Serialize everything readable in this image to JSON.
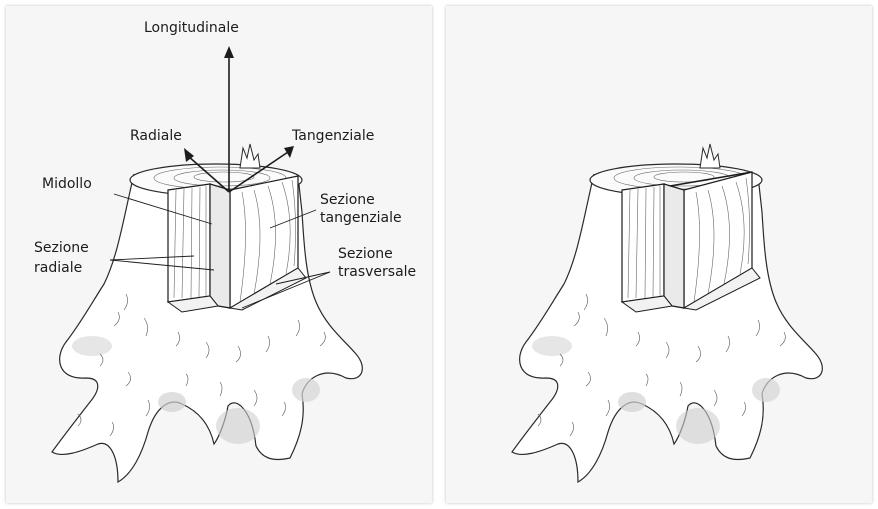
{
  "diagram": {
    "axes": {
      "longitudinal": "Longitudinale",
      "radial": "Radiale",
      "tangential": "Tangenziale"
    },
    "labels": {
      "pith": "Midollo",
      "tangential_section": [
        "Sezione",
        "tangenziale"
      ],
      "radial_section": [
        "Sezione",
        "radiale"
      ],
      "transverse_section": [
        "Sezione",
        "trasversale"
      ]
    }
  },
  "colors": {
    "background": "#ffffff",
    "panel": "#f6f6f6",
    "ink": "#1c1c1c",
    "shadow": "#d8d8d8"
  }
}
